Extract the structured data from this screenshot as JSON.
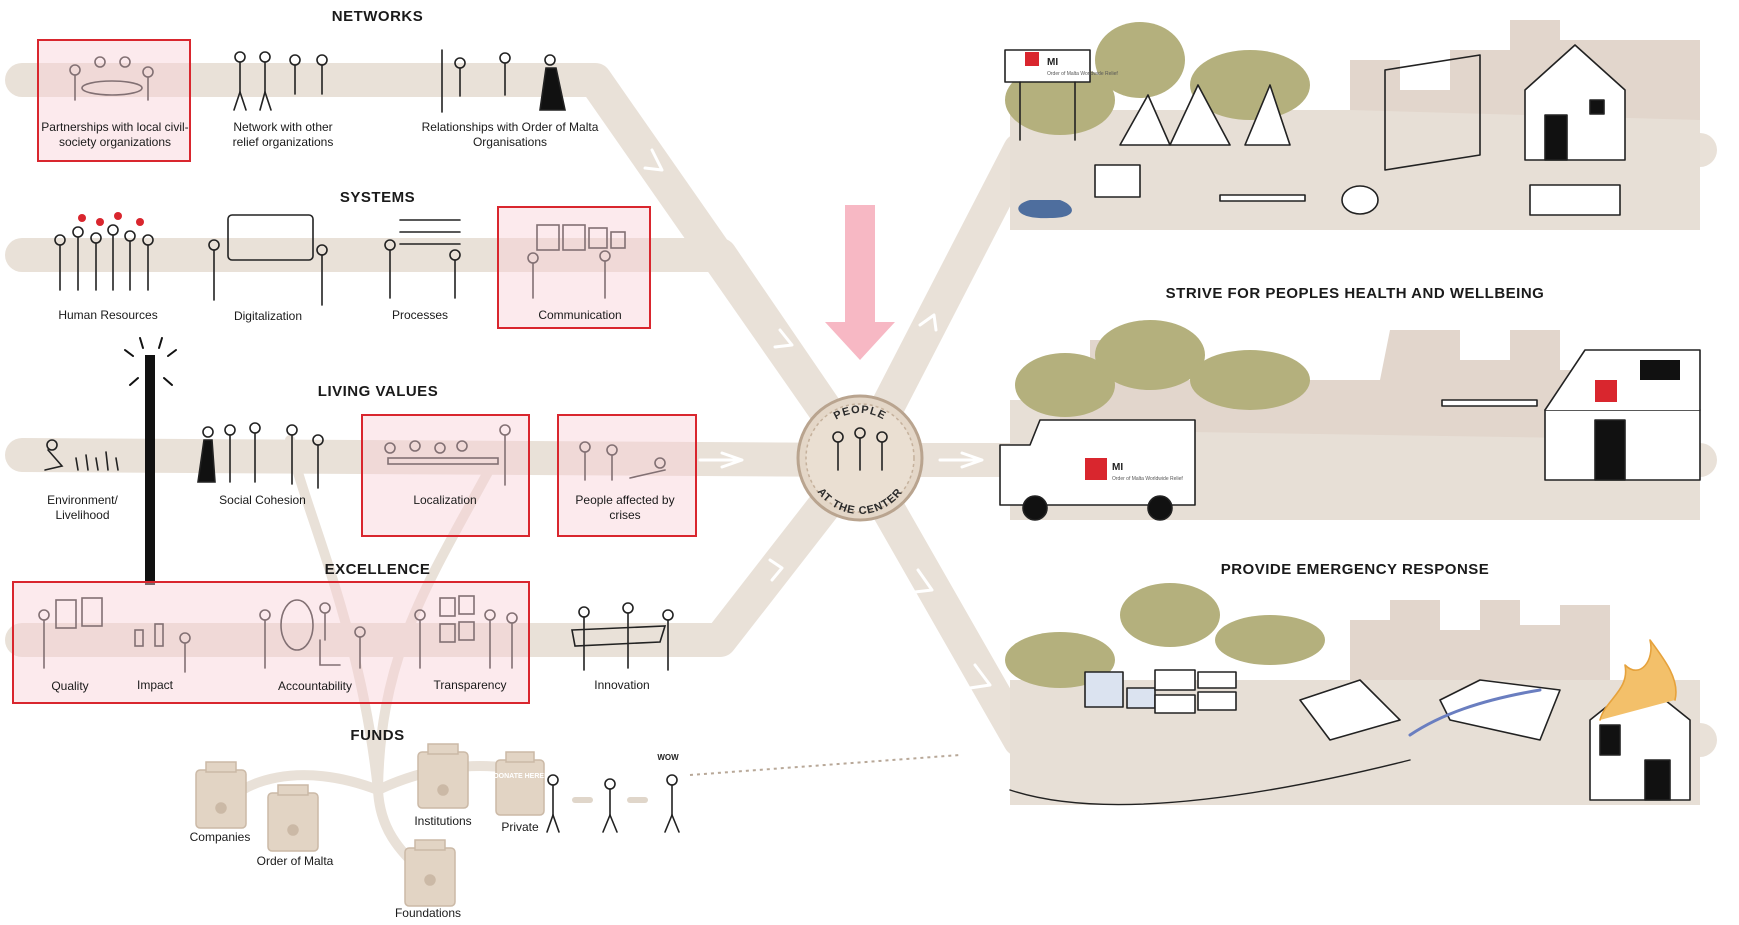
{
  "headings": {
    "networks": "NETWORKS",
    "systems": "SYSTEMS",
    "living_values": "LIVING VALUES",
    "excellence": "EXCELLENCE",
    "funds": "FUNDS",
    "health": "STRIVE FOR PEOPLES HEALTH AND WELLBEING",
    "emergency": "PROVIDE EMERGENCY RESPONSE"
  },
  "networks": {
    "partnerships": "Partnerships with local civil-society organizations",
    "network_relief": "Network with other relief organizations",
    "relationships": "Relationships with Order of Malta Organisations"
  },
  "systems": {
    "human_resources": "Human Resources",
    "digitalization": "Digitalization",
    "processes": "Processes",
    "communication": "Communication"
  },
  "living_values": {
    "environment": "Environment/ Livelihood",
    "social_cohesion": "Social Cohesion",
    "localization": "Localization",
    "people_affected": "People affected by crises"
  },
  "excellence": {
    "quality": "Quality",
    "impact": "Impact",
    "accountability": "Accountability",
    "transparency": "Transparency",
    "innovation": "Innovation"
  },
  "funds": {
    "companies": "Companies",
    "order_of_malta": "Order of Malta",
    "institutions": "Institutions",
    "private": "Private",
    "foundations": "Foundations",
    "jar_sign": "DONATE HERE!",
    "wow": "WOW"
  },
  "hub": {
    "top": "PEOPLE",
    "bottom": "AT THE CENTER"
  },
  "signs": {
    "mi": "MI",
    "mi_small": "Order of Malta Worldwide Relief"
  },
  "colors": {
    "band": "#e9e1d8",
    "highlight_border": "#d9262e",
    "highlight_fill": "#f9d0d6",
    "arrow_pink": "#f7b8c4",
    "foliage": "#b4b07d",
    "ground": "#e7dfd6",
    "ruins": "#e2d6cc"
  }
}
